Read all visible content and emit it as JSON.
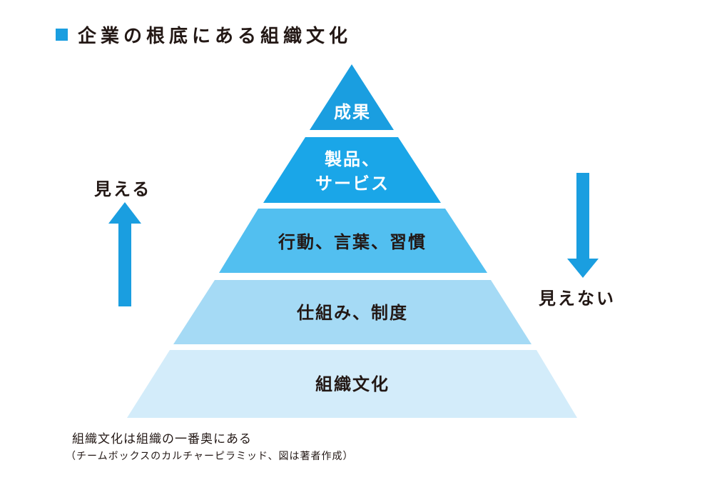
{
  "title": "企業の根底にある組織文化",
  "colors": {
    "accent": "#1a9ee0",
    "tier1": "#1a9ee0",
    "tier2": "#1aa6e8",
    "tier3": "#52bff0",
    "tier4": "#a5daf5",
    "tier5": "#d3ecfa"
  },
  "tiers": [
    {
      "label": "成果"
    },
    {
      "label_line1": "製品、",
      "label_line2": "サービス"
    },
    {
      "label": "行動、言葉、習慣"
    },
    {
      "label": "仕組み、制度"
    },
    {
      "label": "組織文化"
    }
  ],
  "visible_label": "見える",
  "invisible_label": "見えない",
  "icons": {
    "visible": "arrow-up-icon",
    "invisible": "arrow-down-icon"
  },
  "caption": {
    "main": "組織文化は組織の一番奥にある",
    "sub": "（チームボックスのカルチャーピラミッド、図は著者作成）"
  }
}
